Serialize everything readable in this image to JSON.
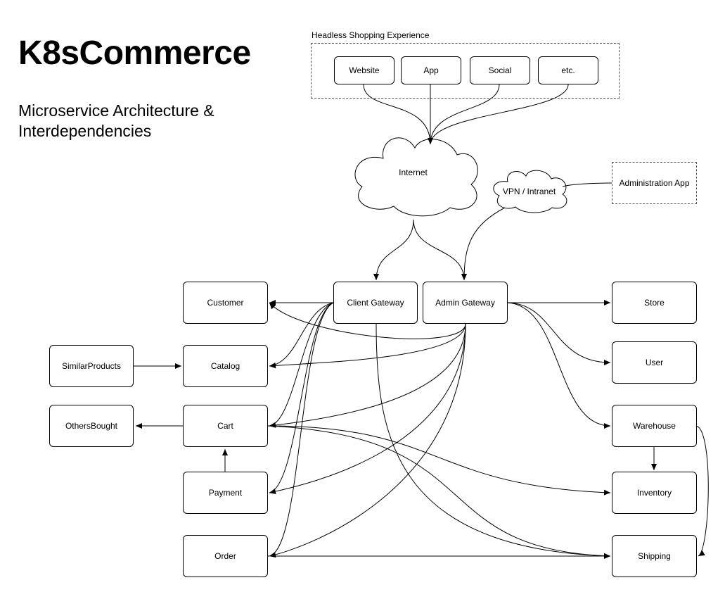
{
  "header": {
    "title": "K8sCommerce",
    "subtitle_line1": "Microservice Architecture &",
    "subtitle_line2": "Interdependencies"
  },
  "group": {
    "label": "Headless Shopping Experience"
  },
  "channels": {
    "website": "Website",
    "app": "App",
    "social": "Social",
    "etc": "etc."
  },
  "clouds": {
    "internet": "Internet",
    "vpn": "VPN / Intranet"
  },
  "admin_app": "Administration App",
  "gateways": {
    "client": "Client Gateway",
    "admin": "Admin Gateway"
  },
  "services": {
    "customer": "Customer",
    "catalog": "Catalog",
    "similar_products": "SimilarProducts",
    "cart": "Cart",
    "others_bought": "OthersBought",
    "payment": "Payment",
    "order": "Order",
    "store": "Store",
    "user": "User",
    "warehouse": "Warehouse",
    "inventory": "Inventory",
    "shipping": "Shipping"
  },
  "colors": {
    "stroke": "#000000",
    "background": "#ffffff"
  }
}
